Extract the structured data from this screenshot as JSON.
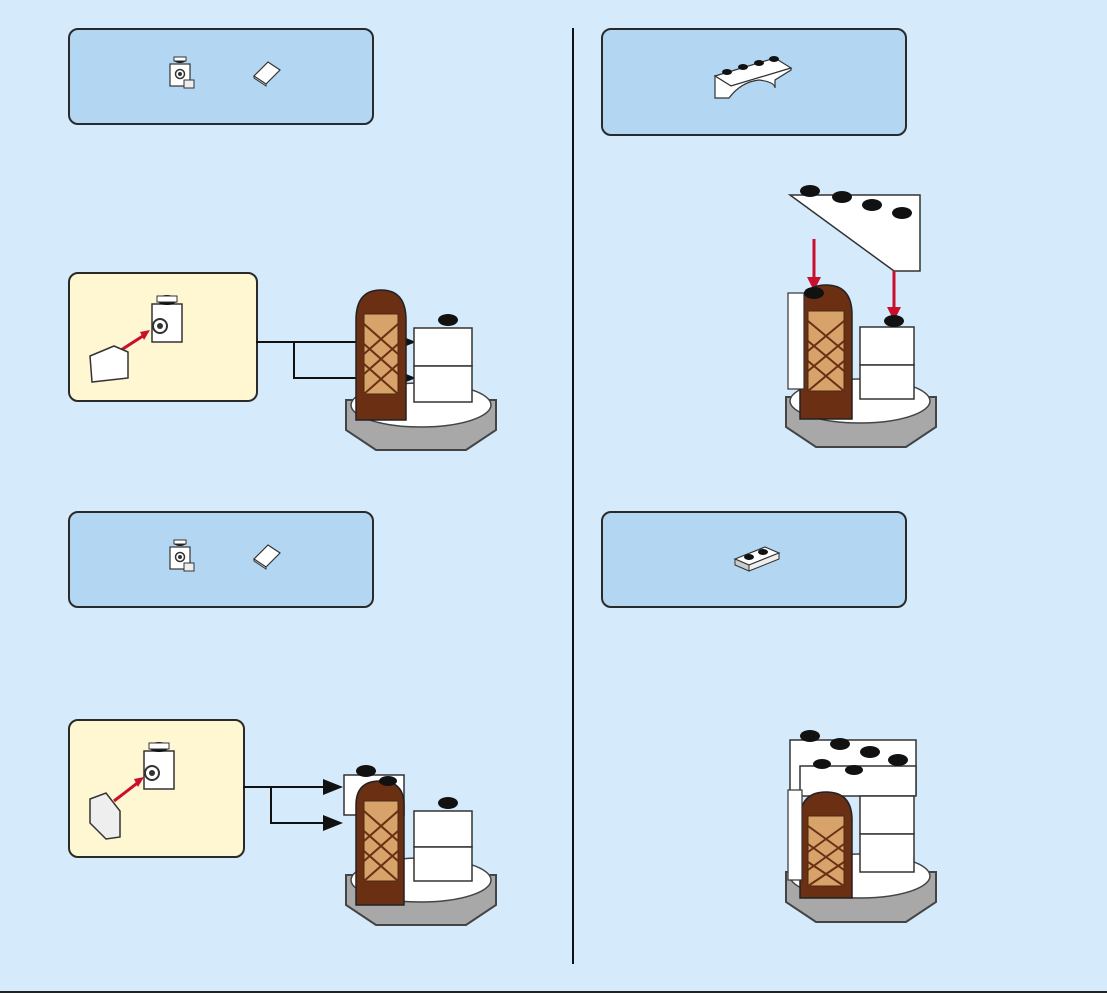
{
  "document": {
    "type": "building-instructions",
    "steps": [
      {
        "parts": [
          "bracket-brick-part",
          "slope-tile-part"
        ],
        "callout": true
      },
      {
        "parts": [
          "arch-brick-part"
        ],
        "callout": false
      },
      {
        "parts": [
          "bracket-brick-part",
          "slope-tile-part"
        ],
        "callout": true
      },
      {
        "parts": [
          "plate-1x2-part"
        ],
        "callout": false
      }
    ]
  },
  "colors": {
    "page_background": "#d5eafa",
    "parts_box": "#b3d7f2",
    "callout_box": "#fff6d2",
    "brick_white": "#ffffff",
    "window_brown": "#6b2f14",
    "window_lattice": "#d7a36a",
    "base_gray": "#a8a8a8",
    "arrow_red": "#c8102e"
  }
}
